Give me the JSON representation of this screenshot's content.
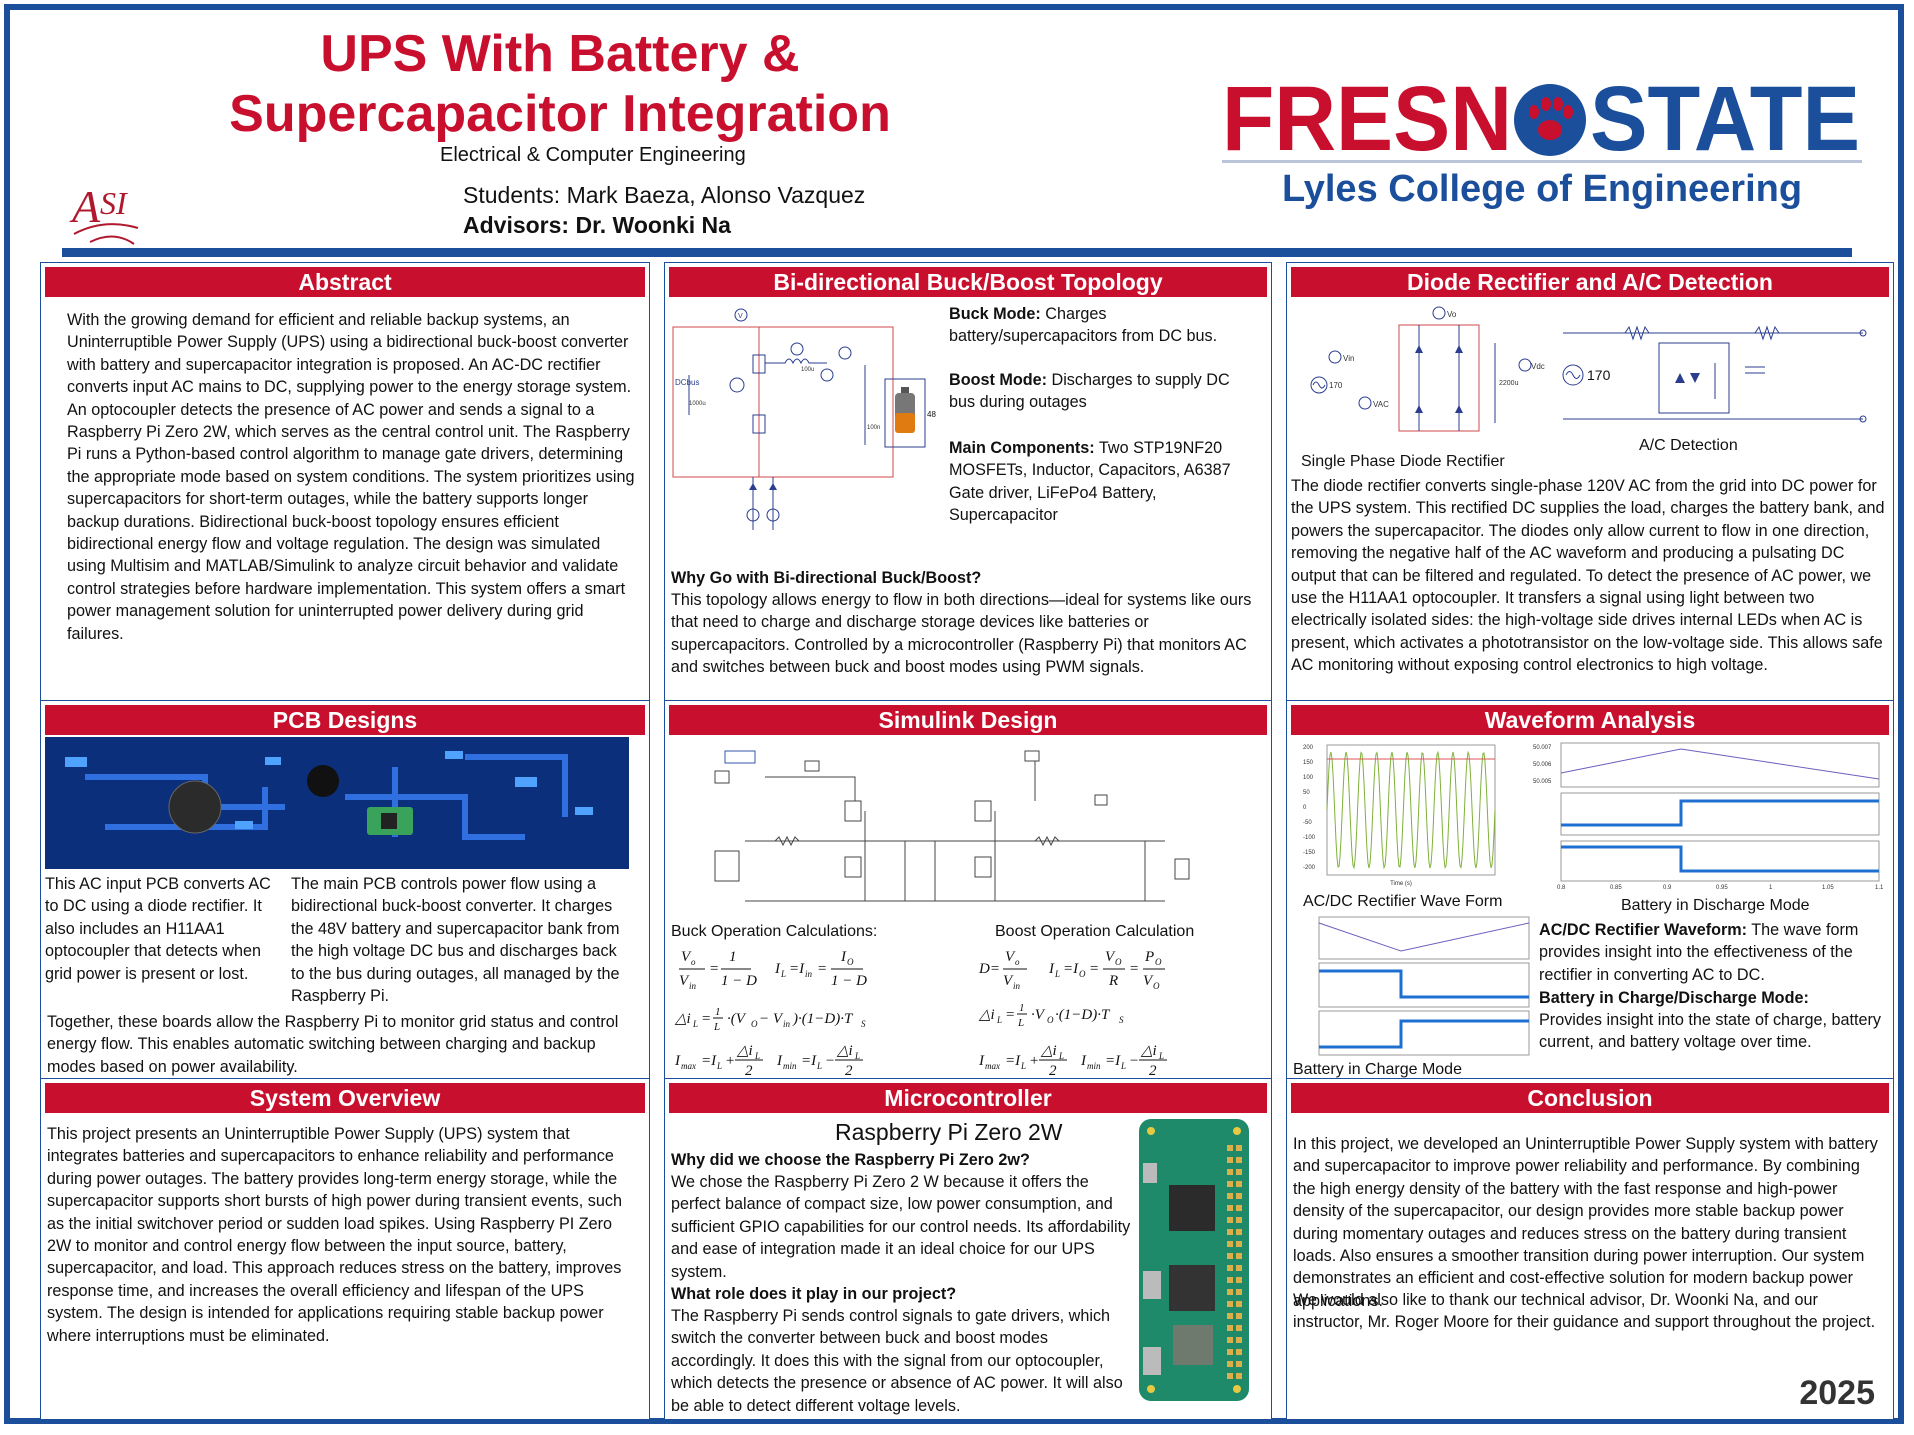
{
  "header": {
    "title": "UPS With Battery & Supercapacitor Integration",
    "department": "Electrical & Computer Engineering",
    "students": "Students: Mark Baeza, Alonso Vazquez",
    "advisors": "Advisors: Dr. Woonki Na",
    "university_logo_text": "FRESNO STATE",
    "college": "Lyles College of Engineering",
    "asi_logo_text": "ASI"
  },
  "abstract": {
    "heading": "Abstract",
    "body": "With the growing demand for efficient and reliable backup systems, an Uninterruptible Power Supply (UPS) using a bidirectional buck-boost converter with battery and supercapacitor integration is proposed. An AC-DC rectifier converts input AC mains to DC, supplying power to the energy storage system. An optocoupler detects the presence of AC power and sends a signal to a Raspberry Pi Zero 2W, which serves as the central control unit. The Raspberry Pi runs a Python-based control algorithm to manage gate drivers, determining the appropriate mode based on system conditions. The system prioritizes using supercapacitors for short-term outages, while the battery supports longer backup durations. Bidirectional buck-boost topology ensures efficient bidirectional energy flow and voltage regulation. The design was simulated using Multisim and MATLAB/Simulink to analyze circuit behavior and validate control strategies before hardware implementation. This system offers a smart power management solution for uninterrupted power delivery during grid failures."
  },
  "topology": {
    "heading": "Bi-directional Buck/Boost Topology",
    "buck_label": "Buck Mode:",
    "buck_text": " Charges battery/supercapacitors from DC bus.",
    "boost_label": "Boost Mode:",
    "boost_text": " Discharges to supply DC bus during outages",
    "components_label": "Main Components:",
    "components_text": " Two STP19NF20 MOSFETs, Inductor, Capacitors, A6387 Gate driver, LiFePo4 Battery, Supercapacitor",
    "why_heading": "Why Go with Bi-directional Buck/Boost?",
    "why_text": "This topology allows energy to flow in both directions—ideal for systems like ours that need to charge and discharge storage devices like batteries or supercapacitors. Controlled by a microcontroller (Raspberry Pi) that monitors AC and switches between buck and boost modes using PWM signals.",
    "schematic_labels": {
      "dcbus": "DCbus",
      "cap": "1000u",
      "ind": "100u",
      "cap2": "100n",
      "batt": "48"
    }
  },
  "rectifier": {
    "heading": "Diode Rectifier and A/C Detection",
    "caption_left": "Single Phase Diode Rectifier",
    "caption_right": "A/C Detection",
    "body": "The diode rectifier converts single-phase 120V AC from the grid into DC power for the UPS system. This rectified DC supplies the load, charges the battery bank, and powers the supercapacitor. The diodes only allow current to flow in one direction, removing the negative half of the AC waveform and producing a pulsating DC output that can be filtered and regulated. To detect the presence of AC power, we use the H11AA1 optocoupler. It transfers a signal using light between two electrically isolated sides: the high-voltage side drives internal LEDs when AC is present, which activates a phototransistor on the low-voltage side. This allows safe AC monitoring without exposing control electronics to high voltage.",
    "schematic_labels": {
      "vin": "Vin",
      "vo": "Vo",
      "vac": "VAC",
      "vdc": "Vdc",
      "src": "170",
      "cap": "2200u",
      "src2": "170"
    }
  },
  "pcb": {
    "heading": "PCB Designs",
    "left_text": "This AC input PCB converts AC to DC using a diode rectifier. It also includes an H11AA1 optocoupler that detects when grid power is present or lost.",
    "right_text": "The main PCB controls power flow using a bidirectional buck-boost converter. It charges the 48V battery and supercapacitor bank from the high voltage DC bus and discharges back to the bus during outages, all managed by the Raspberry Pi.",
    "bottom_text": "Together, these boards allow the Raspberry Pi to monitor grid status and control energy flow. This enables automatic switching between charging and backup modes based on power availability."
  },
  "simulink": {
    "heading": "Simulink Design",
    "buck_title": "Buck Operation Calculations:",
    "boost_title": "Boost Operation Calculation"
  },
  "waveform": {
    "heading": "Waveform Analysis",
    "caption_rectifier": "AC/DC Rectifier Wave Form",
    "caption_discharge": "Battery in Discharge Mode",
    "caption_charge": "Battery in Charge Mode",
    "rect_label": "AC/DC Rectifier Waveform:",
    "rect_text": " The wave form provides insight into the effectiveness of the rectifier in converting AC to DC.",
    "battery_label": "Battery in Charge/Discharge Mode:",
    "battery_text": "Provides insight into the state of charge, battery current, and battery voltage over time.",
    "rect_plot": {
      "y_ticks": [
        "200",
        "150",
        "100",
        "50",
        "0",
        "-50",
        "-100",
        "-150",
        "-200"
      ],
      "x_label": "Time (s)"
    },
    "discharge_plot": {
      "y_ticks": [
        "50.007",
        "50.006",
        "50.005"
      ],
      "x_ticks": [
        "0.8",
        "0.85",
        "0.9",
        "0.95",
        "1",
        "1.05",
        "1.1"
      ]
    }
  },
  "system": {
    "heading": "System Overview",
    "body": "This project presents an Uninterruptible Power Supply (UPS) system that integrates batteries and supercapacitors to enhance reliability and performance during power outages. The battery provides long-term energy storage, while the supercapacitor supports short bursts of high power during transient events, such as the initial switchover period or sudden load spikes.  Using Raspberry PI Zero 2W to monitor and control energy flow between the input source, battery, supercapacitor, and load. This approach reduces stress on the battery, improves response time, and increases the overall efficiency and lifespan of the UPS system. The design is intended for applications requiring stable backup power where interruptions must be eliminated."
  },
  "micro": {
    "heading": "Microcontroller",
    "board_title": "Raspberry Pi Zero 2W",
    "q1": "Why did we choose the Raspberry Pi Zero 2w?",
    "a1": "We chose the Raspberry Pi Zero 2 W because it offers the perfect balance of compact size, low power consumption, and sufficient GPIO capabilities for our control needs. Its affordability and ease of integration made it an ideal choice for our UPS system.",
    "q2": "What role does it play in our project?",
    "a2": "The Raspberry Pi sends control signals to gate drivers, which switch the converter between buck and boost modes accordingly. It does this with the signal from our optocoupler, which detects the presence or absence of AC power.  It will also be able to detect different voltage levels."
  },
  "conclusion": {
    "heading": "Conclusion",
    "p1": "In this project, we developed an Uninterruptible Power Supply system with battery and supercapacitor to improve power reliability and performance. By combining the high energy density of the battery with the fast response and high-power density of the supercapacitor, our design provides more stable backup power during momentary outages and reduces stress on the battery during transient loads. Also ensures a smoother transition during power interruption. Our system demonstrates an efficient and cost-effective solution for modern backup power applications.",
    "p2": "We would also like to thank our technical advisor, Dr. Woonki Na, and our instructor, Mr. Roger Moore for their guidance and support throughout the project.",
    "year": "2025"
  },
  "colors": {
    "accent_red": "#c8102e",
    "brand_blue": "#1b4f9c",
    "pcb_blue": "#0b2f7a",
    "board_green": "#1f8a6a"
  }
}
